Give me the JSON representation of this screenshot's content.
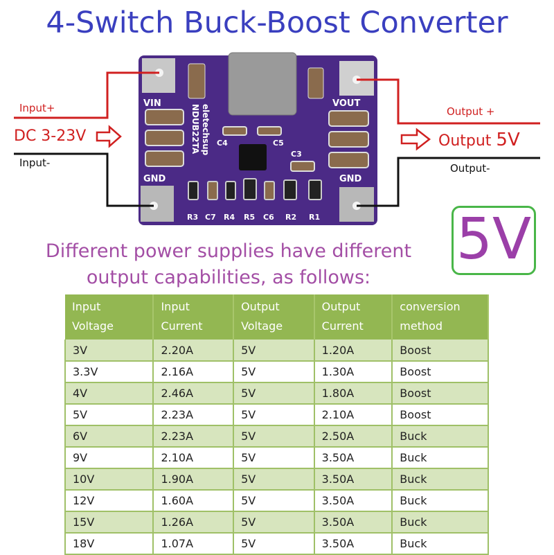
{
  "title": "4-Switch Buck-Boost Converter",
  "input": {
    "plus": "Input+",
    "minus": "Input-",
    "range": "DC 3-23V"
  },
  "output": {
    "plus": "Output +",
    "minus": "Output-",
    "label": "Output",
    "value": "5V"
  },
  "pcb": {
    "brand": "eletechsup",
    "model": "NDUB22TA",
    "vin": "VIN",
    "vout": "VOUT",
    "gnd": "GND",
    "components": [
      "C4",
      "C5",
      "C3",
      "R3",
      "C7",
      "R4",
      "R5",
      "C6",
      "R2",
      "R1"
    ]
  },
  "subtitle": {
    "line1": "Different power supplies have different",
    "line2": "output capabilities, as follows:"
  },
  "badge": "5V",
  "colors": {
    "title": "#3a3fbf",
    "wire_positive": "#d02020",
    "wire_negative": "#111111",
    "pcb": "#4b2a86",
    "header": "#93b752",
    "badge_border": "#49b648",
    "badge_text": "#9b3fa8"
  },
  "table": {
    "headers": [
      [
        "Input",
        "Voltage"
      ],
      [
        "Input",
        "Current"
      ],
      [
        "Output",
        "Voltage"
      ],
      [
        "Output",
        "Current"
      ],
      [
        "conversion",
        "method"
      ]
    ],
    "rows": [
      [
        "3V",
        "2.20A",
        "5V",
        "1.20A",
        "Boost"
      ],
      [
        "3.3V",
        "2.16A",
        "5V",
        "1.30A",
        "Boost"
      ],
      [
        "4V",
        "2.46A",
        "5V",
        "1.80A",
        "Boost"
      ],
      [
        "5V",
        "2.23A",
        "5V",
        "2.10A",
        "Boost"
      ],
      [
        "6V",
        "2.23A",
        "5V",
        "2.50A",
        "Buck"
      ],
      [
        "9V",
        "2.10A",
        "5V",
        "3.50A",
        "Buck"
      ],
      [
        "10V",
        "1.90A",
        "5V",
        "3.50A",
        "Buck"
      ],
      [
        "12V",
        "1.60A",
        "5V",
        "3.50A",
        "Buck"
      ],
      [
        "15V",
        "1.26A",
        "5V",
        "3.50A",
        "Buck"
      ],
      [
        "18V",
        "1.07A",
        "5V",
        "3.50A",
        "Buck"
      ]
    ]
  }
}
